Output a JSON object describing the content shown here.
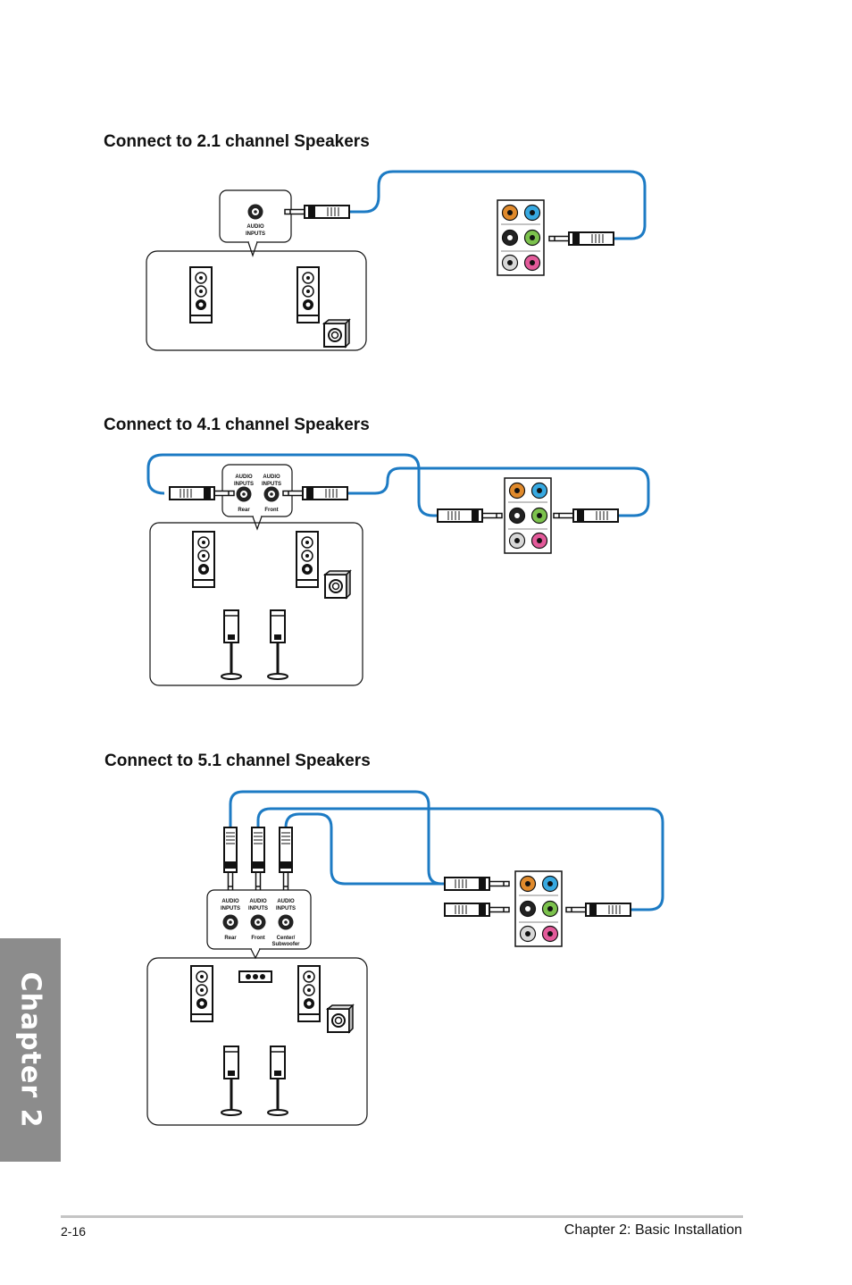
{
  "sections": [
    {
      "title": "Connect to 2.1 channel Speakers"
    },
    {
      "title": "Connect to 4.1 channel Speakers"
    },
    {
      "title": "Connect to 5.1 channel Speakers"
    }
  ],
  "labels": {
    "audio_inputs_line1": "AUDIO",
    "audio_inputs_line2": "INPUTS",
    "rear": "Rear",
    "front": "Front",
    "center_line1": "Center/",
    "center_line2": "Subwoofer"
  },
  "chapter_tab": {
    "label": "Chapter 2"
  },
  "footer": {
    "page_number": "2-16",
    "chapter_title": "Chapter 2: Basic Installation"
  },
  "colors": {
    "cable": "#1d7bc4",
    "tab": "#8c8c8c",
    "jack_orange": "#e08a2c",
    "jack_blue": "#37a9e1",
    "jack_black": "#222222",
    "jack_green": "#7cc24d",
    "jack_gray": "#d8d8d8",
    "jack_pink": "#e35a9a"
  },
  "icons": [
    "floor-speaker-icon",
    "subwoofer-icon",
    "satellite-speaker-icon",
    "audio-plug-icon",
    "audio-jack-panel-icon"
  ]
}
